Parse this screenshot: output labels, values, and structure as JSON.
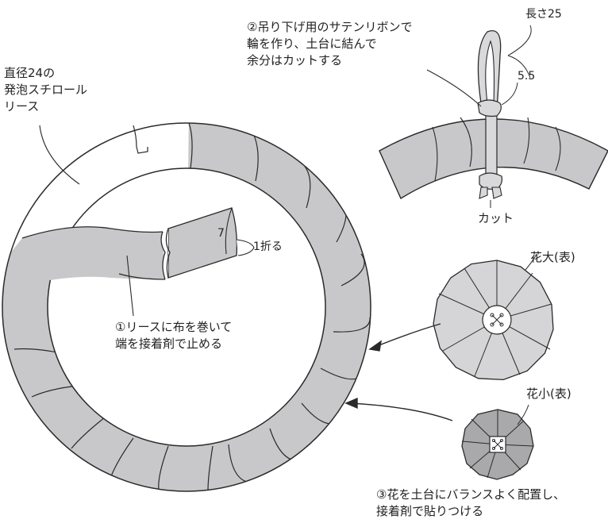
{
  "labels": {
    "wreath_base": "直径24の\n発泡スチロール\nリース",
    "step2": "②吊り下げ用のサテンリボンで\n輪を作り、土台に結んで\n余分はカットする",
    "loop_length": "長さ25",
    "tail_length": "5.5",
    "cut": "カット",
    "overlap": "7",
    "fold": "1折る",
    "step1": "①リースに布を巻いて\n端を接着剤で止める",
    "flower_large": "花大(表)",
    "flower_small": "花小(表)",
    "step3": "③花を土台にバランスよく配置し、\n接着剤で貼りつける"
  },
  "colors": {
    "fabric": "#c8c8ca",
    "fabric_light": "#d9d9db",
    "line": "#2a2a2a"
  }
}
